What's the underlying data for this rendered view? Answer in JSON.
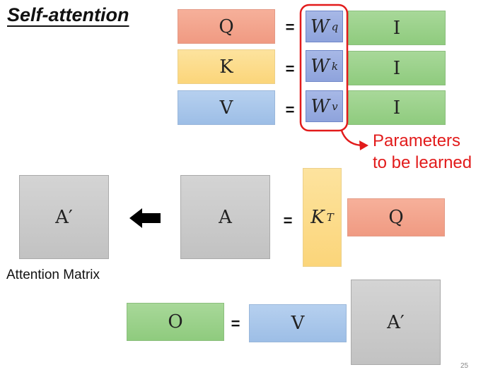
{
  "title": "Self-attention",
  "rows": [
    {
      "left": "Q",
      "weight": "W",
      "weight_sup": "q",
      "right": "I"
    },
    {
      "left": "K",
      "weight": "W",
      "weight_sup": "k",
      "right": "I"
    },
    {
      "left": "V",
      "weight": "W",
      "weight_sup": "v",
      "right": "I"
    }
  ],
  "equals": "=",
  "annotation": {
    "line1": "Parameters",
    "line2": "to be learned"
  },
  "attention_row": {
    "a_prime": "A′",
    "a": "A",
    "kt": "K",
    "kt_sup": "T",
    "q": "Q",
    "caption": "Attention Matrix"
  },
  "output_row": {
    "o": "O",
    "v": "V",
    "a_prime": "A′"
  },
  "page_number": "25",
  "colors": {
    "q": "#f3a58d",
    "k": "#fcdc8c",
    "v": "#a9c7ec",
    "i": "#9bd18b",
    "w": "#98acdf",
    "gray": "#c8c8c8",
    "red": "#e21b1b"
  }
}
